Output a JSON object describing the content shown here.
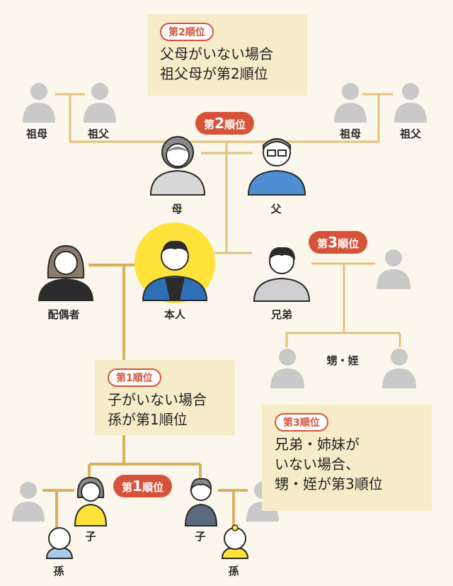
{
  "grandparents_mother_side": {
    "left": "祖母",
    "right": "祖父"
  },
  "grandparents_father_side": {
    "left": "祖母",
    "right": "祖父"
  },
  "parents": {
    "mother": "母",
    "father": "父"
  },
  "self_row": {
    "spouse": "配偶者",
    "self": "本人",
    "sibling": "兄弟"
  },
  "nephews_label": "甥・姪",
  "children": {
    "left": "子",
    "right": "子"
  },
  "grandchildren": {
    "left": "孫",
    "right": "孫"
  },
  "badges": {
    "rank2": {
      "prefix": "第",
      "num": "2",
      "suffix": "順位"
    },
    "rank3": {
      "prefix": "第",
      "num": "3",
      "suffix": "順位"
    },
    "rank1": {
      "prefix": "第",
      "num": "1",
      "suffix": "順位"
    }
  },
  "notes": {
    "top": {
      "tag": "第2順位",
      "text": "父母がいない場合\n祖父母が第2順位"
    },
    "middle": {
      "tag": "第1順位",
      "text": "子がいない場合\n孫が第1順位"
    },
    "right": {
      "tag": "第3順位",
      "text": "兄弟・姉妹が\nいない場合、\n甥・姪が第3順位"
    }
  },
  "colors": {
    "accent": "#d6533a",
    "note_bg": "#f7ecc9",
    "line": "#e3c27a",
    "self_highlight": "#ffe23a"
  }
}
